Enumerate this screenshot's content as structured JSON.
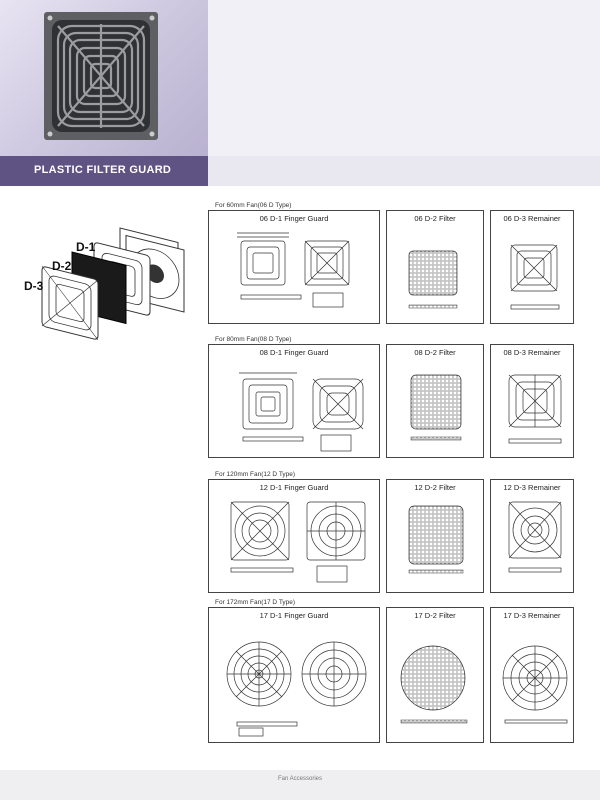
{
  "banner": {
    "title": "PLASTIC FILTER GUARD"
  },
  "exploded_labels": [
    "D-1",
    "D-2",
    "D-3"
  ],
  "sections": [
    {
      "title": "For 60mm Fan(06 D Type)",
      "panels": [
        "06 D-1 Finger Guard",
        "06 D-2 Filter",
        "06 D-3 Remainer"
      ]
    },
    {
      "title": "For 80mm Fan(08 D Type)",
      "panels": [
        "08 D-1 Finger Guard",
        "08 D-2 Filter",
        "08 D-3 Remainer"
      ]
    },
    {
      "title": "For 120mm Fan(12 D Type)",
      "panels": [
        "12 D-1 Finger Guard",
        "12 D-2 Filter",
        "12 D-3 Remainer"
      ]
    },
    {
      "title": "For 172mm Fan(17 D Type)",
      "panels": [
        "17 D-1 Finger Guard",
        "17 D-2 Filter",
        "17 D-3 Remainer"
      ]
    }
  ],
  "footer": {
    "text": "Fan Accessories"
  }
}
